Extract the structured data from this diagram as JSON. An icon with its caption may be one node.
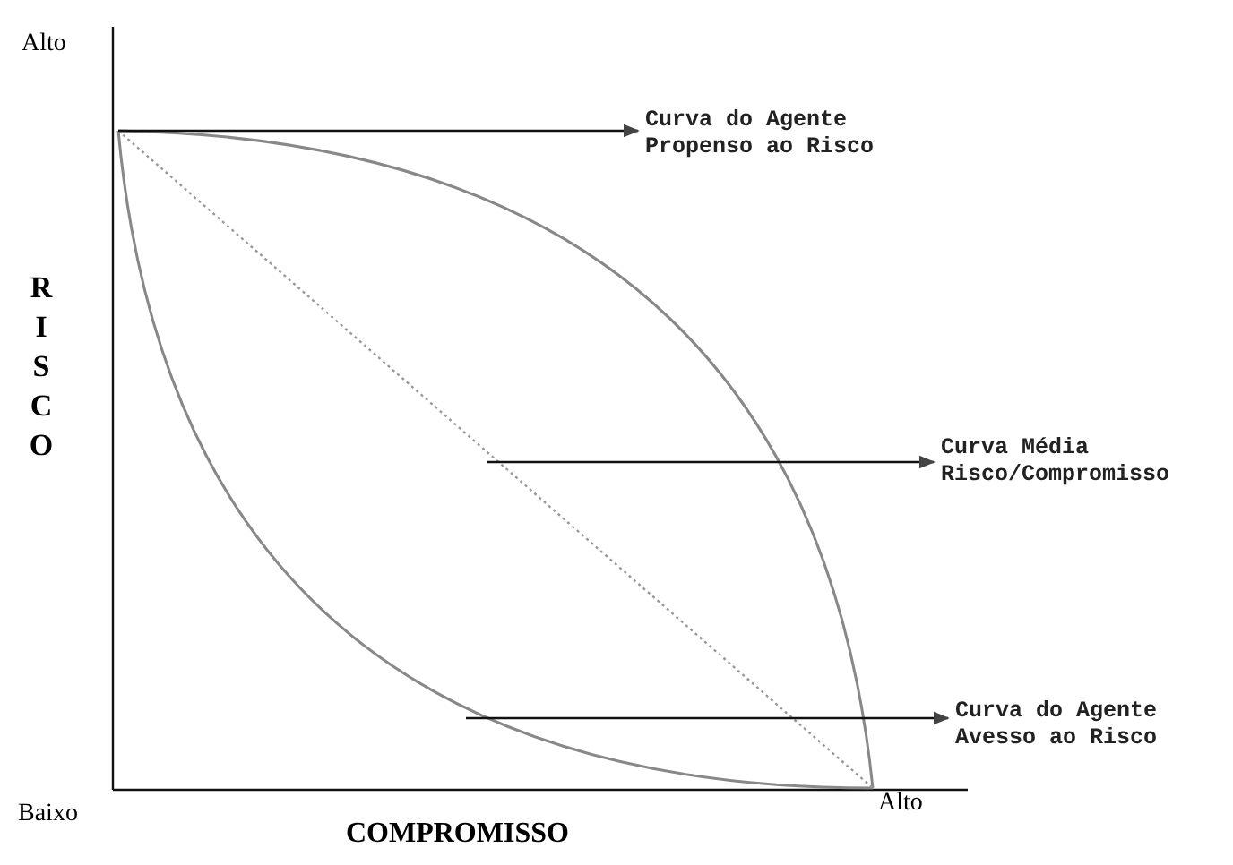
{
  "diagram": {
    "nodes": [
      {
        "text": [
          "Curva do Agente Propenso ao Risco"
        ]
      },
      {
        "text": [
          "Curva Média Risco/Compromisso"
        ]
      },
      {
        "text": [
          "Curva do Agente Avesso ao Risco"
        ]
      }
    ],
    "edges": [
      {
        "from": null,
        "to": 0,
        "arrow": "to"
      },
      {
        "from": null,
        "to": 1,
        "arrow": "to"
      },
      {
        "from": null,
        "to": 2,
        "arrow": "to"
      }
    ],
    "labels": [
      "Alto",
      "RISCO",
      "Baixo",
      "COMPROMISSO",
      "Alto"
    ]
  }
}
